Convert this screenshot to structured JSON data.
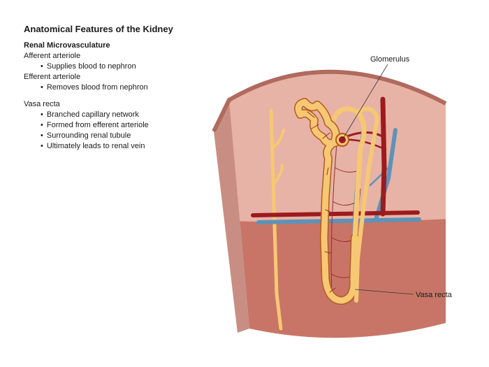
{
  "title": "Anatomical Features of the Kidney",
  "section": "Renal Microvasculature",
  "terms": [
    {
      "term": "Afferent arteriole",
      "bullets": [
        "Supplies blood to nephron"
      ]
    },
    {
      "term": "Efferent arteriole",
      "bullets": [
        "Removes blood from nephron"
      ]
    },
    {
      "term": "Vasa recta",
      "bullets": [
        "Branched capillary network",
        "Formed from efferent arteriole",
        "Surrounding renal tubule",
        "Ultimately leads to renal vein"
      ]
    }
  ],
  "labels": {
    "glomerulus": "Glomerulus",
    "vasa_recta": "Vasa recta"
  },
  "colors": {
    "cortex": "#e7b3a6",
    "medulla": "#c87567",
    "capsule": "#b06a5e",
    "side_face": "#c98e83",
    "artery": "#9b1b1e",
    "vein": "#5e92b8",
    "tubule": "#f7c873",
    "tubule_outline": "#b35a1f",
    "capillary": "#9a2a2a"
  }
}
